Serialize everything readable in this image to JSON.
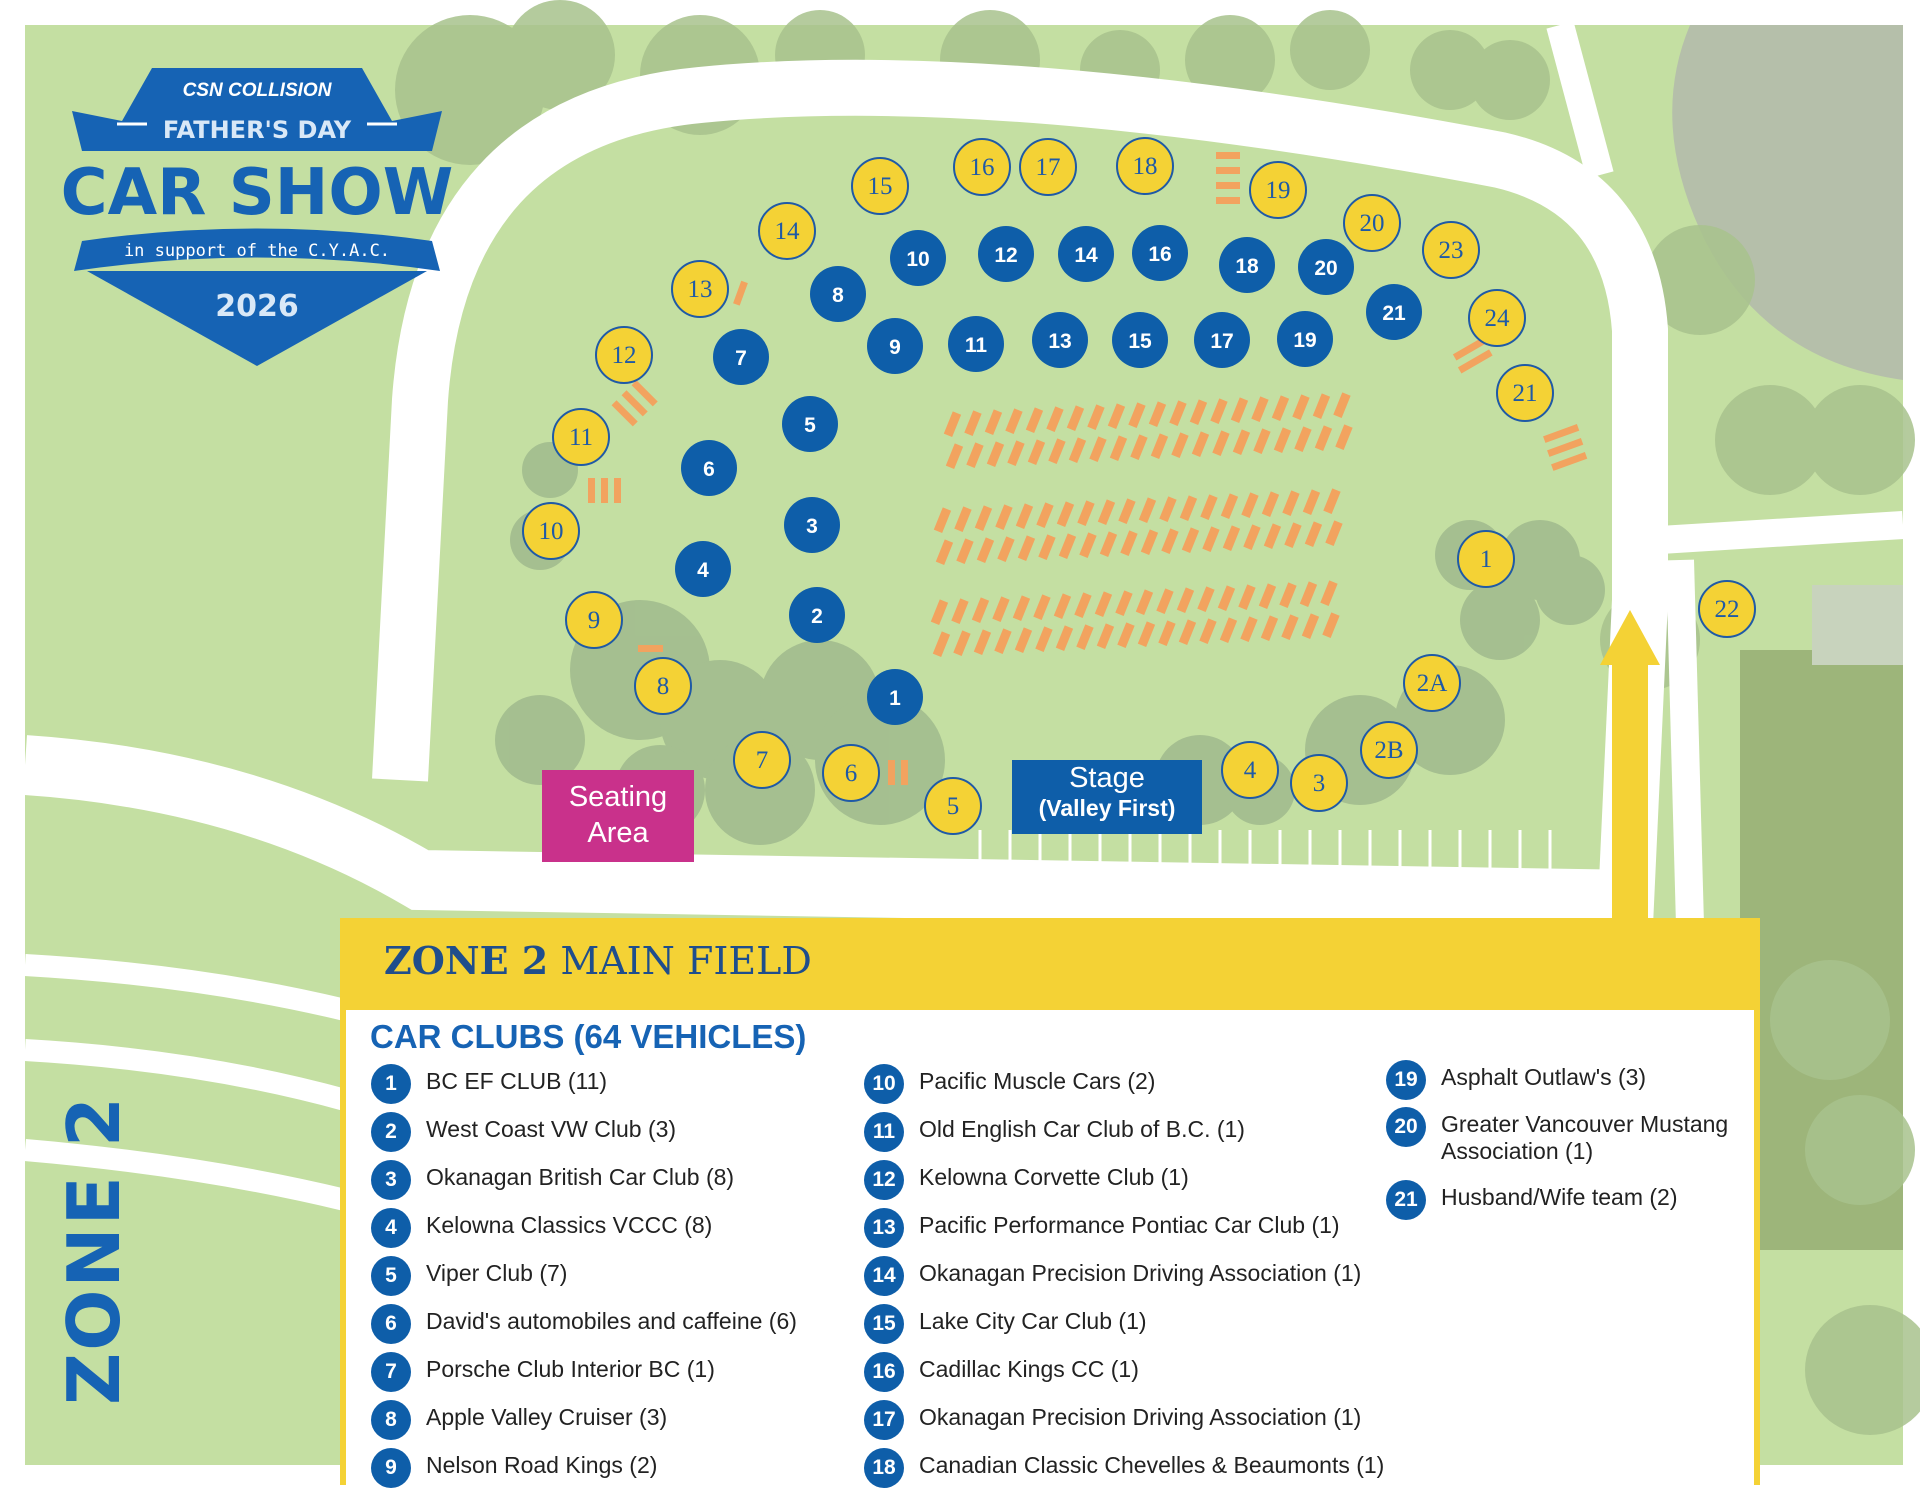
{
  "logo": {
    "brand": "CSN COLLISION",
    "banner": "FATHER'S DAY",
    "title": "CAR SHOW",
    "subtitle": "in support of the C.Y.A.C.",
    "year": "2026"
  },
  "map": {
    "stage_label": "Stage",
    "stage_sponsor": "(Valley First)",
    "seating_label": "Seating Area",
    "side_label": "ZONE 2",
    "blue_markers": [
      "1",
      "2",
      "3",
      "4",
      "5",
      "6",
      "7",
      "8",
      "9",
      "10",
      "11",
      "12",
      "13",
      "14",
      "15",
      "16",
      "17",
      "18",
      "19",
      "20",
      "21"
    ],
    "yellow_markers": [
      "1",
      "2A",
      "2B",
      "3",
      "4",
      "5",
      "6",
      "7",
      "8",
      "9",
      "10",
      "11",
      "12",
      "13",
      "14",
      "15",
      "16",
      "17",
      "18",
      "19",
      "20",
      "21",
      "22",
      "23",
      "24"
    ]
  },
  "legend": {
    "zone_bold": "ZONE 2",
    "zone_rest": "MAIN FIELD",
    "section_title": "CAR CLUBS (64 VEHICLES)",
    "clubs": [
      {
        "num": "1",
        "name": "BC EF CLUB (11)"
      },
      {
        "num": "2",
        "name": "West Coast VW Club (3)"
      },
      {
        "num": "3",
        "name": "Okanagan British Car Club (8)"
      },
      {
        "num": "4",
        "name": "Kelowna Classics VCCC (8)"
      },
      {
        "num": "5",
        "name": "Viper Club (7)"
      },
      {
        "num": "6",
        "name": "David's automobiles and caffeine (6)"
      },
      {
        "num": "7",
        "name": "Porsche Club Interior BC (1)"
      },
      {
        "num": "8",
        "name": "Apple Valley Cruiser (3)"
      },
      {
        "num": "9",
        "name": "Nelson Road Kings (2)"
      },
      {
        "num": "10",
        "name": "Pacific Muscle Cars (2)"
      },
      {
        "num": "11",
        "name": "Old English Car Club of B.C. (1)"
      },
      {
        "num": "12",
        "name": "Kelowna Corvette Club (1)"
      },
      {
        "num": "13",
        "name": "Pacific Performance Pontiac Car Club (1)"
      },
      {
        "num": "14",
        "name": "Okanagan Precision Driving Association (1)"
      },
      {
        "num": "15",
        "name": "Lake City Car Club (1)"
      },
      {
        "num": "16",
        "name": "Cadillac Kings CC (1)"
      },
      {
        "num": "17",
        "name": "Okanagan Precision Driving Association (1)"
      },
      {
        "num": "18",
        "name": "Canadian Classic Chevelles & Beaumonts (1)"
      },
      {
        "num": "19",
        "name": "Asphalt Outlaw's (3)"
      },
      {
        "num": "20",
        "name": "Greater Vancouver Mustang Association (1)"
      },
      {
        "num": "21",
        "name": "Husband/Wife team (2)"
      }
    ]
  },
  "colors": {
    "grass": "#c4dfa2",
    "path": "#ffffff",
    "blue": "#0e5ea9",
    "yellow": "#f4d235",
    "seating": "#c9318b",
    "tree": "#9bb58a",
    "chair": "#f2a35f"
  }
}
